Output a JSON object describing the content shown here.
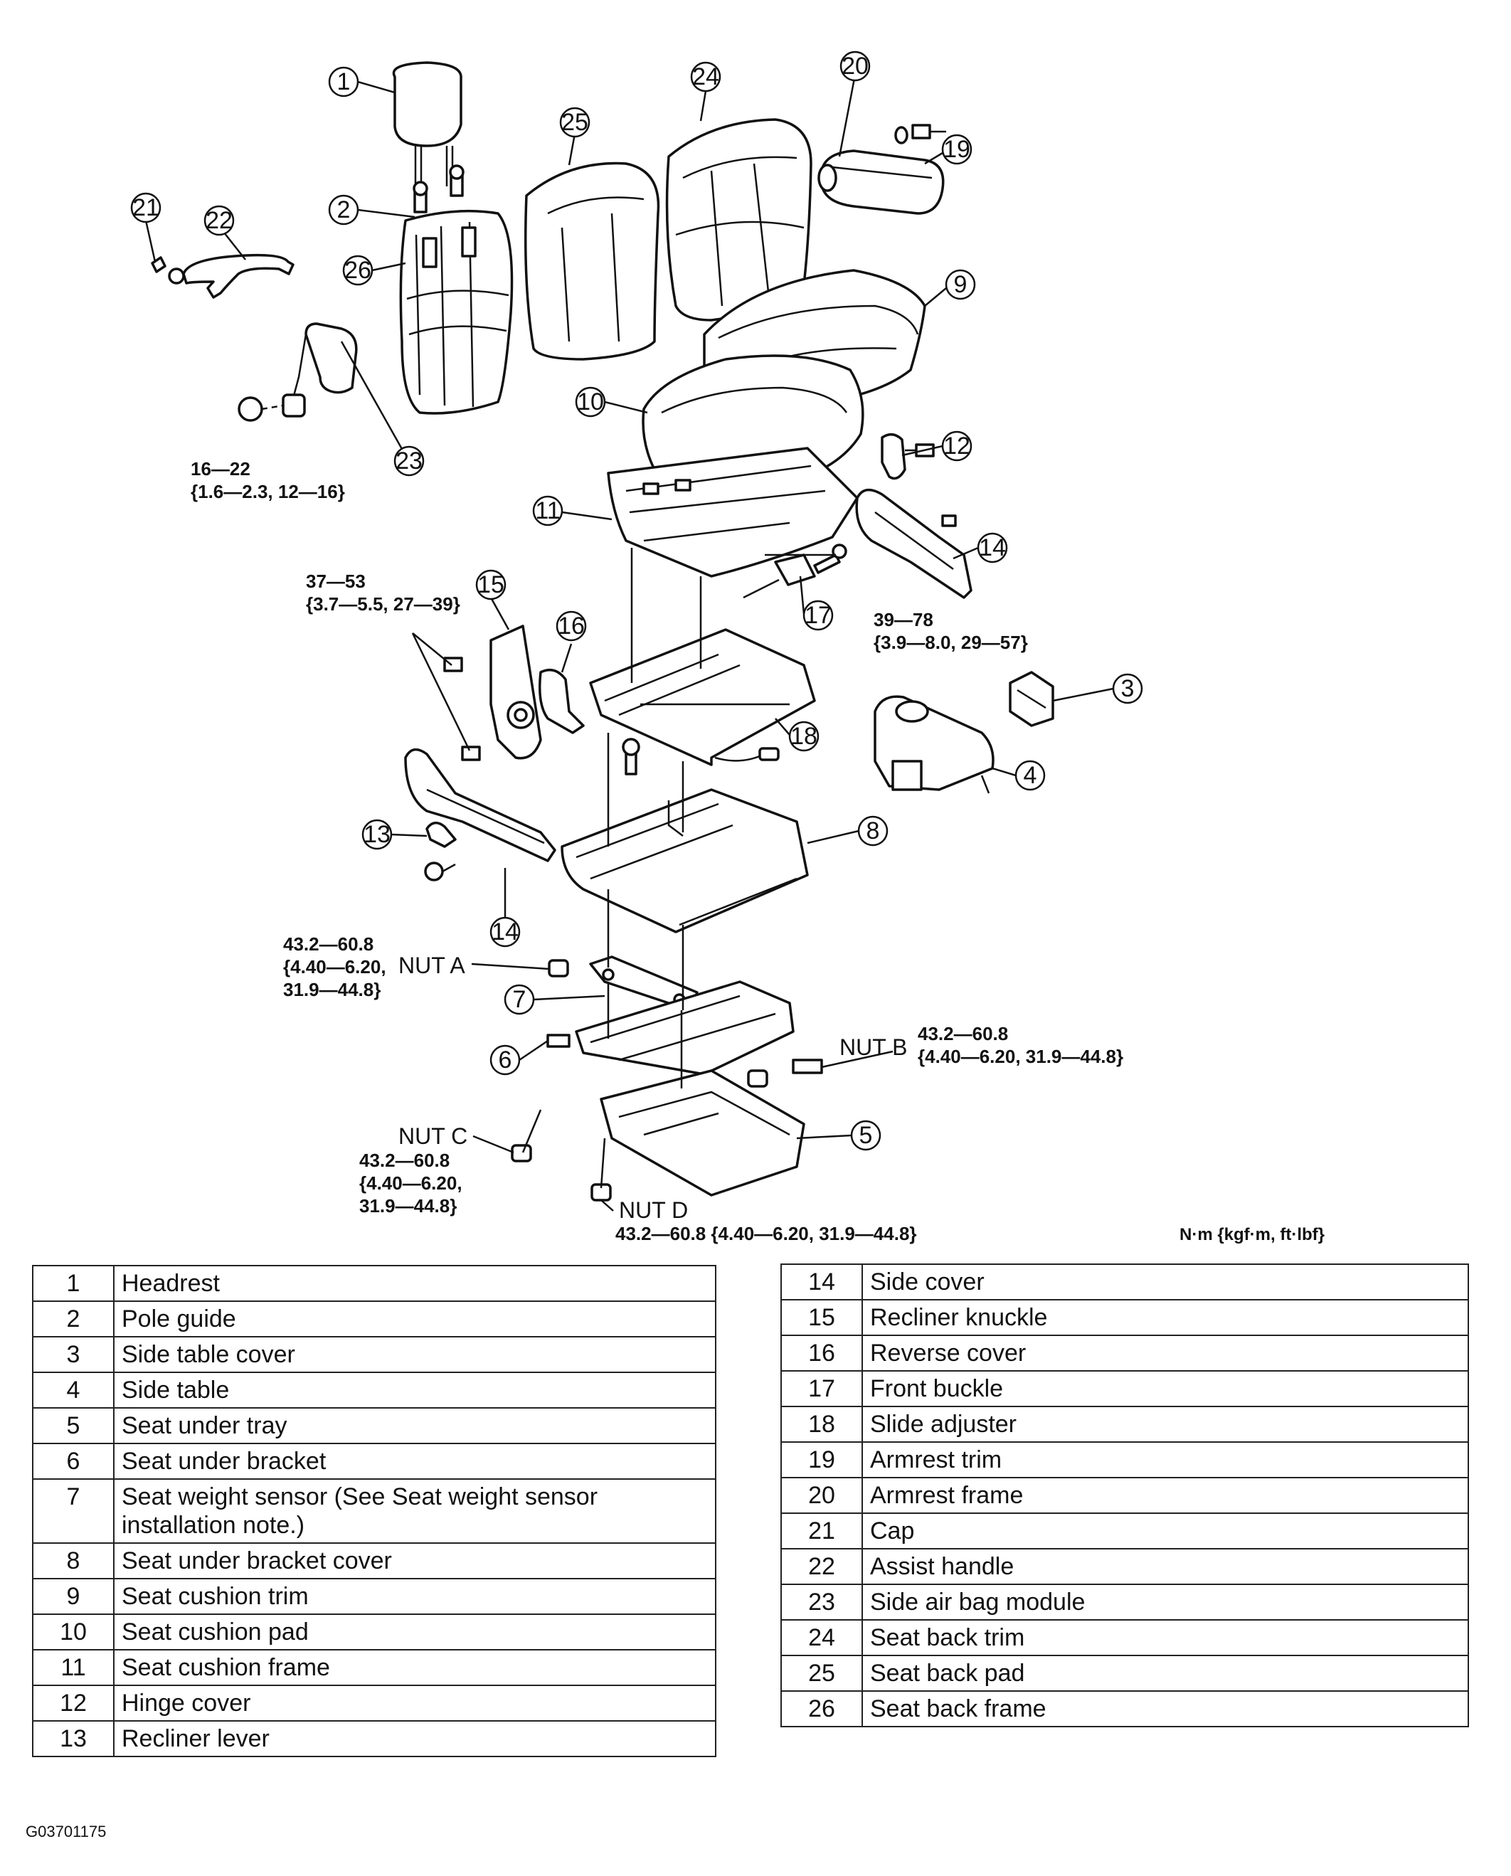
{
  "callouts": [
    "1",
    "2",
    "3",
    "4",
    "5",
    "6",
    "7",
    "8",
    "9",
    "10",
    "11",
    "12",
    "13",
    "14",
    "15",
    "16",
    "17",
    "18",
    "19",
    "20",
    "21",
    "22",
    "23",
    "24",
    "25",
    "26"
  ],
  "torques": {
    "t23_a": "16—22",
    "t23_b": "{1.6—2.3, 12—16}",
    "t15_a": "37—53",
    "t15_b": "{3.7—5.5, 27—39}",
    "t17_a": "39—78",
    "t17_b": "{3.9—8.0, 29—57}",
    "nutA_a": "43.2—60.8",
    "nutA_b": "{4.40—6.20,",
    "nutA_c": "31.9—44.8}",
    "nutB_a": "43.2—60.8",
    "nutB_b": "{4.40—6.20, 31.9—44.8}",
    "nutC_a": "43.2—60.8",
    "nutC_b": "{4.40—6.20,",
    "nutC_c": "31.9—44.8}",
    "nutD_a": "43.2—60.8 {4.40—6.20, 31.9—44.8}"
  },
  "nut_labels": {
    "a": "NUT A",
    "b": "NUT B",
    "c": "NUT C",
    "d": "NUT D"
  },
  "units": "N·m {kgf·m, ft·lbf}",
  "legend_left": [
    {
      "num": "1",
      "name": "Headrest"
    },
    {
      "num": "2",
      "name": "Pole guide"
    },
    {
      "num": "3",
      "name": "Side table cover"
    },
    {
      "num": "4",
      "name": "Side table"
    },
    {
      "num": "5",
      "name": "Seat under tray"
    },
    {
      "num": "6",
      "name": "Seat under bracket"
    },
    {
      "num": "7",
      "name": "Seat weight sensor (See Seat weight sensor installation note.)"
    },
    {
      "num": "8",
      "name": "Seat under bracket cover"
    },
    {
      "num": "9",
      "name": "Seat cushion trim"
    },
    {
      "num": "10",
      "name": "Seat cushion pad"
    },
    {
      "num": "11",
      "name": "Seat cushion frame"
    },
    {
      "num": "12",
      "name": "Hinge cover"
    },
    {
      "num": "13",
      "name": "Recliner lever"
    }
  ],
  "legend_right": [
    {
      "num": "14",
      "name": "Side cover"
    },
    {
      "num": "15",
      "name": "Recliner knuckle"
    },
    {
      "num": "16",
      "name": "Reverse cover"
    },
    {
      "num": "17",
      "name": "Front buckle"
    },
    {
      "num": "18",
      "name": "Slide adjuster"
    },
    {
      "num": "19",
      "name": "Armrest trim"
    },
    {
      "num": "20",
      "name": "Armrest frame"
    },
    {
      "num": "21",
      "name": "Cap"
    },
    {
      "num": "22",
      "name": "Assist handle"
    },
    {
      "num": "23",
      "name": "Side air bag module"
    },
    {
      "num": "24",
      "name": "Seat back trim"
    },
    {
      "num": "25",
      "name": "Seat back pad"
    },
    {
      "num": "26",
      "name": "Seat back frame"
    }
  ],
  "figure_code": "G03701175"
}
